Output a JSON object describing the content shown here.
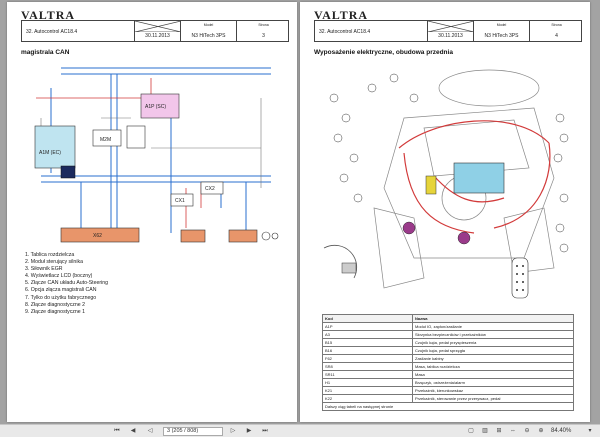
{
  "pages": [
    {
      "brand": "VALTRA",
      "section": "32. Autocontrol AC18.4",
      "date": "30.11.2013",
      "model_label": "Model",
      "model": "N3 HiTech 3PS",
      "page_label": "Strona",
      "page_no": "3",
      "title": "magistrala CAN",
      "legend": [
        "1.  Tablica rozdzielcza",
        "2.  Moduł sterujący silnika",
        "3.  Siłownik EGR",
        "4.  Wyświetlacz LCD (boczny)",
        "5.  Złącze CAN układu Auto-Steering",
        "6.  Opcja złącza magistrali CAN",
        "7.  Tylko do użytku fabrycznego",
        "8.  Złącze diagnostyczne 2",
        "9.  Złącze diagnostyczne 1"
      ],
      "labels": {
        "a1m": "A1M (EC)",
        "a1p": "A1P (SC)",
        "m2m": "M2M",
        "x62": "X62",
        "cx1": "CX1",
        "cx2": "CX2"
      }
    },
    {
      "brand": "VALTRA",
      "section": "32. Autocontrol AC18.4",
      "date": "30.11.2013",
      "model_label": "Model",
      "model": "N3 HiTech 3PS",
      "page_label": "Strona",
      "page_no": "4",
      "title": "Wyposażenie elektryczne, obudowa przednia",
      "table_header": [
        "Kod",
        "Nazwa"
      ],
      "table_rows": [
        [
          "A1P",
          "Moduł IO, zapłon/zasilanie"
        ],
        [
          "A3",
          "Skrzynka bezpieczników i przekaźników"
        ],
        [
          "B15",
          "Czujnik kąta, pedał przyspieszenia"
        ],
        [
          "B16",
          "Czujnik kąta, pedał sprzęgła"
        ],
        [
          "F62",
          "Zasilanie kabiny"
        ],
        [
          "SR8",
          "Masa, tablica rozdzielcza"
        ],
        [
          "SR11",
          "Masa"
        ],
        [
          "H1",
          "Brzęczyk, ostrzeżenia/alarm"
        ],
        [
          "K21",
          "Przekaźnik, kierunkowskaz"
        ],
        [
          "K22",
          "Przekaźnik, sterowanie przez przerywacz, pedał"
        ]
      ],
      "table_note": "Dalszy ciąg tabeli na następnej stronie"
    }
  ],
  "toolbar": {
    "page_field": "3 (205 / 808)",
    "zoom": "84.40%"
  }
}
